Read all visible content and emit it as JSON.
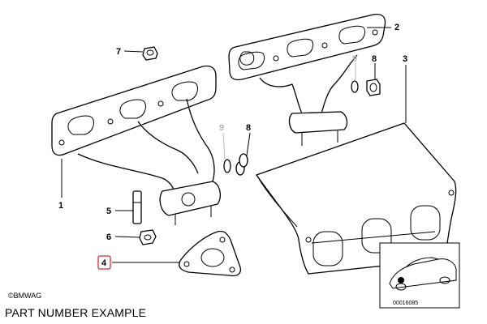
{
  "diagram": {
    "callouts": [
      {
        "id": "7",
        "label": "7",
        "muted": false
      },
      {
        "id": "2",
        "label": "2",
        "muted": false
      },
      {
        "id": "9a",
        "label": "9",
        "muted": true
      },
      {
        "id": "8a",
        "label": "8",
        "muted": false
      },
      {
        "id": "3",
        "label": "3",
        "muted": false
      },
      {
        "id": "9b",
        "label": "9",
        "muted": true
      },
      {
        "id": "8b",
        "label": "8",
        "muted": false
      },
      {
        "id": "1",
        "label": "1",
        "muted": false
      },
      {
        "id": "5",
        "label": "5",
        "muted": false
      },
      {
        "id": "6",
        "label": "6",
        "muted": false
      },
      {
        "id": "4",
        "label": "4",
        "muted": false,
        "highlighted": true
      }
    ],
    "highlight_color": "#d9262a",
    "muted_color": "#b8b8b8",
    "copyright": "©BMWAG",
    "thumbnail_code": "00016085"
  },
  "caption": "PART NUMBER EXAMPLE"
}
